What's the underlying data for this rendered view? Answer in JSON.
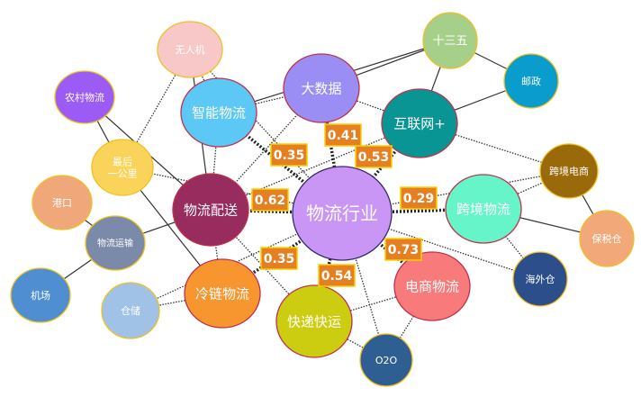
{
  "center": {
    "id": "hub",
    "label": "物流行业",
    "color": "#c996f5"
  },
  "nodes": [
    {
      "id": "bigdata",
      "label": "大数据",
      "color": "#9a8ef5"
    },
    {
      "id": "smart",
      "label": "智能物流",
      "color": "#5bc8f5"
    },
    {
      "id": "drone",
      "label": "无人机",
      "color": "#f8c8c8"
    },
    {
      "id": "rural",
      "label": "农村物流",
      "color": "#9a5cf5"
    },
    {
      "id": "lastmile",
      "label": "最后\n一公里",
      "color": "#fad45a"
    },
    {
      "id": "port",
      "label": "港口",
      "color": "#f0a87a"
    },
    {
      "id": "transport",
      "label": "物流运输",
      "color": "#7a8aa8"
    },
    {
      "id": "airport",
      "label": "机场",
      "color": "#4f8ed0"
    },
    {
      "id": "storage",
      "label": "仓储",
      "color": "#9fc2e6"
    },
    {
      "id": "delivery",
      "label": "物流配送",
      "color": "#982c5e"
    },
    {
      "id": "coldchain",
      "label": "冷链物流",
      "color": "#f7962e"
    },
    {
      "id": "express",
      "label": "快递快运",
      "color": "#cccc10"
    },
    {
      "id": "o2o",
      "label": "O2O",
      "color": "#2f5f92"
    },
    {
      "id": "ecom",
      "label": "电商物流",
      "color": "#f97a7a"
    },
    {
      "id": "overseas",
      "label": "海外仓",
      "color": "#2c4f8c"
    },
    {
      "id": "bonded",
      "label": "保税仓",
      "color": "#f2a878"
    },
    {
      "id": "crossborder",
      "label": "跨境物流",
      "color": "#66f5c8"
    },
    {
      "id": "cbecom",
      "label": "跨境电商",
      "color": "#9a6a0a"
    },
    {
      "id": "internet",
      "label": "互联网+",
      "color": "#0a9595"
    },
    {
      "id": "fiveyear",
      "label": "十三五",
      "color": "#a6cf8a"
    },
    {
      "id": "post",
      "label": "邮政",
      "color": "#0a9ccc"
    }
  ],
  "weights": [
    {
      "to": "smart",
      "value": "0.35"
    },
    {
      "to": "bigdata",
      "value": "0.41"
    },
    {
      "to": "internet",
      "value": "0.53"
    },
    {
      "to": "delivery",
      "value": "0.62"
    },
    {
      "to": "crossborder",
      "value": "0.29"
    },
    {
      "to": "coldchain",
      "value": "0.35"
    },
    {
      "to": "express",
      "value": "0.54"
    },
    {
      "to": "ecom",
      "value": "0.73"
    }
  ],
  "colors": {
    "label_fill": "#e67e22",
    "label_border": "#f5d000"
  }
}
